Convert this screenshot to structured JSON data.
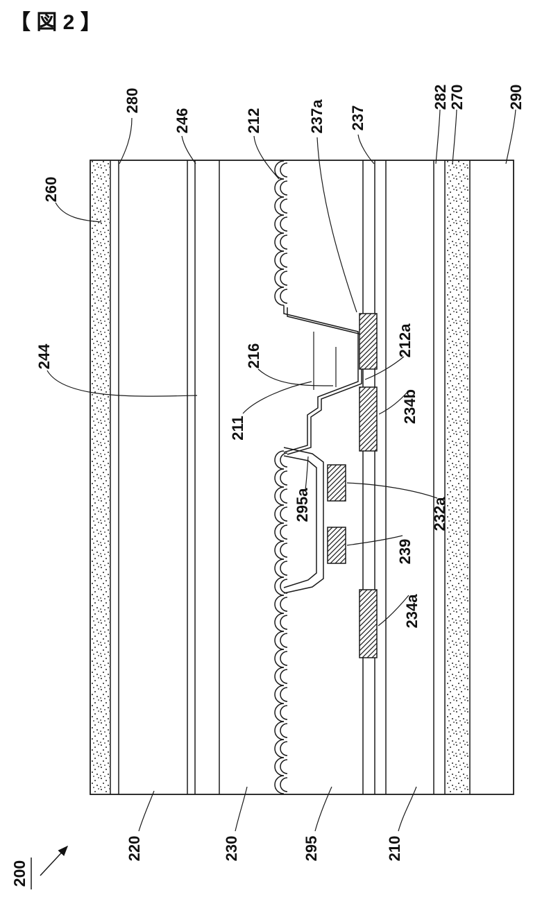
{
  "figure": {
    "title": "【 図 2 】",
    "ref": "200"
  },
  "labels": {
    "l280": "280",
    "l246": "246",
    "l212": "212",
    "l237a": "237a",
    "l237": "237",
    "l282": "282",
    "l270": "270",
    "l290": "290",
    "l260": "260",
    "l244": "244",
    "l216": "216",
    "l211": "211",
    "l295a": "295a",
    "l234b": "234b",
    "l212a": "212a",
    "l232a": "232a",
    "l239": "239",
    "l234a": "234a",
    "l220": "220",
    "l230": "230",
    "l295": "295",
    "l210": "210"
  }
}
